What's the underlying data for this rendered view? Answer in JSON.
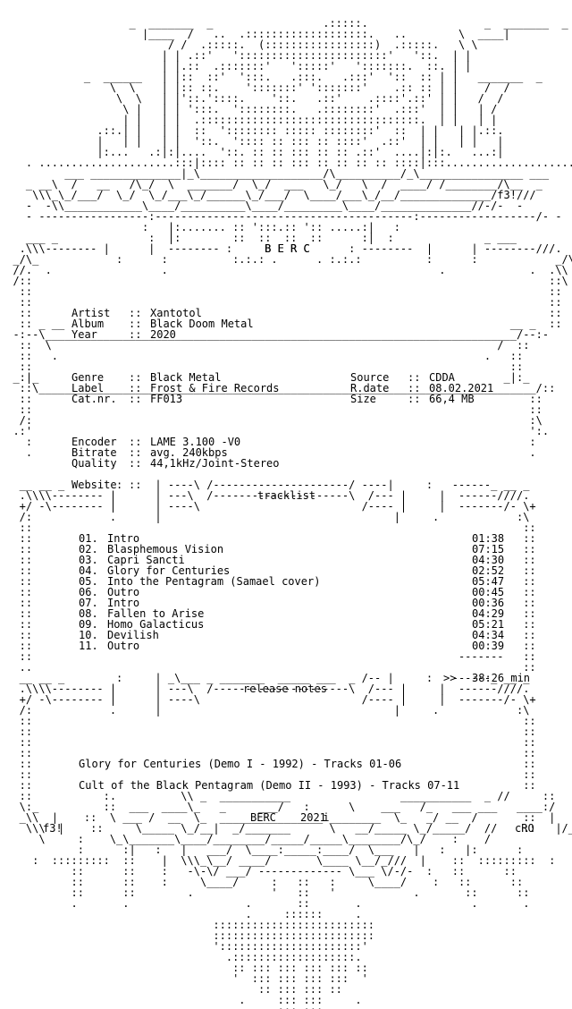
{
  "header": {
    "title": "B E R C"
  },
  "info": {
    "artist_label": "Artist",
    "artist": "Xantotol",
    "album_label": "Album",
    "album": "Black Doom Metal",
    "year_label": "Year",
    "year": "2020",
    "genre_label": "Genre",
    "genre": "Black Metal",
    "label_label": "Label",
    "label": "Frost & Fire Records",
    "catnr_label": "Cat.nr.",
    "catnr": "FF013",
    "source_label": "Source",
    "source": "CDDA",
    "rdate_label": "R.date",
    "rdate": "08.02.2021",
    "size_label": "Size",
    "size": "66,4 MB",
    "encoder_label": "Encoder",
    "encoder": "LAME 3.100 -V0",
    "bitrate_label": "Bitrate",
    "bitrate": "avg. 240kbps",
    "quality_label": "Quality",
    "quality": "44,1kHz/Joint-Stereo",
    "website_label": "Website",
    "website": ""
  },
  "tracklist": {
    "heading": "tracklist",
    "tracks": [
      {
        "num": "01.",
        "title": "Intro",
        "time": "01:38"
      },
      {
        "num": "02.",
        "title": "Blasphemous Vision",
        "time": "07:15"
      },
      {
        "num": "03.",
        "title": "Capri Sancti",
        "time": "04:30"
      },
      {
        "num": "04.",
        "title": "Glory for Centuries",
        "time": "02:52"
      },
      {
        "num": "05.",
        "title": "Into the Pentagram (Samael cover)",
        "time": "05:47"
      },
      {
        "num": "06.",
        "title": "Outro",
        "time": "00:45"
      },
      {
        "num": "07.",
        "title": "Intro",
        "time": "00:36"
      },
      {
        "num": "08.",
        "title": "Fallen to Arise",
        "time": "04:29"
      },
      {
        "num": "09.",
        "title": "Homo Galacticus",
        "time": "05:21"
      },
      {
        "num": "10.",
        "title": "Devilish",
        "time": "04:34"
      },
      {
        "num": "11.",
        "title": "Outro",
        "time": "00:39"
      }
    ],
    "total_marker": ">>",
    "total": "38:26 min"
  },
  "release_notes": {
    "heading": "release notes",
    "line1": "Glory for Centuries (Demo I - 1992) - Tracks 01-06",
    "line2": "Cult of the Black Pentagram (Demo II - 1993) - Tracks 07-11"
  },
  "footer": {
    "tag_left": "f3!",
    "credit": "BERC",
    "year": "2021",
    "tag_right": "cRO"
  },
  "art": {
    "r0": "                    _  _______  _                 .:::::.                  _  _______  _",
    "r1": "                      |____  /   ..  .:::::::::::::::::::.   ..        \\  ____|",
    "r2": "                          / /  .:::::.  (:::::::::::::::::)  .:::::.   \\ \\",
    "r3": "                         | | .::'   ':::::::::::::::::::::::'   '::.  | |",
    "r4": "                         | |.::  .:::::::'   ':::::'   ':::::::.  ::. | |",
    "r5": "             _  ______   | |::  ::'  ':::.   .:::.   .:::'  '::  :: | |   _______  _",
    "r6": "                 \\  \\    | |:: ::.    ':::::::' ':::::::'    .:: :: | |    /  /",
    "r7": "                  \\  \\   | |'::.'::::.    '::.   .::'    .::::'.::' | |   /  /",
    "r8": "                   \\ |   | | ':::.  '::::::::.   .::::::::'  .:::'  | |   | /",
    "r9": "                   | |   | |  .::::::::::::::::::::::::::::::::::.  | |   | |",
    "r10": "               .::.| |   | |  ::  ':::::::: ::::: ::::::::'  ::  | |   | |.::.",
    "r11": "               |   | |   | |  '::.  ':::: :: ::: :: ::::'  .::'  | |   | |   |",
    "r12": "               |:...   .:|:|....  '::. :: :: ::: :: :: .::'  ....|:|:.   ...:|",
    "r13": "    . .....................:::|:::: :: :: :: ::: :: :: :: :: ::::|:::....................... .",
    "r14": "          ___ ______________|_\\___________________/\\__________/_\\________________ ___",
    "r15": "    _ __\\  /   __   /\\_/  \\  _______/  \\_/  ___   \\_/   \\  /  ____/ /________/\\__  _",
    "r16": "     \\\\\\_\\_/___/  \\_/  \\_/___\\_/______\\_/___/  \\____/___\\_/__/______________/f3!///",
    "r17": "    -  -\\\\____________\\____/__________\\____/_________\\____/______________//-/-  -",
    "r18": "    - -----------------:----------------------------------------:------------------/- -",
    "r19": "                      :   |:....... :: ':::.:: ':: .....:|   :",
    "r20": "    ___ _              :  |:        ::  ::  ::  ::      :|  :              _ ___",
    "r21": "   .\\\\\\-------- |      |  -------- :     B E R C      : --------  |      | --------///.",
    "r22": "  _/\\_            :      :          :.:.: .      . :.:.:          :      :            _/\\_",
    "r23": "  //.  .                 .                                          .             .  .\\\\",
    "r24": "  /::                                                                                ::\\",
    "r25": "   ::                                                                                ::",
    "r26": "   ::                                                                                ::",
    "r27": "   ::                                                                                ::",
    "r28": "   :: _ __                                                                     __ _  ::",
    "r29": "  -:--\\_________________________________________________________________________/--:-",
    "r30": "   ::  \\                                                                     /  ::",
    "r31": "   ::   .                                                                  .   ::",
    "r32": "   ::                                                                          ::",
    "r33": "  _:|_                                                                        _|:_",
    "r34": "   ::\\_____________________________________________________________________________/::",
    "r35": "   ::                                                                             ::",
    "r36": "   ::                                                                             ::",
    "r37": "   /:                                                                             :\\",
    "r38": "  .:'                                                                             ':.",
    "r39": "    :                                                                             :",
    "r40": "    .                                                                             .",
    "r41": "   ",
    "r42": "   ",
    "r43": "   __ __ _        :     | ----\\ /---------------------/ ----|     :   ------_ __ _",
    "r44": "   .\\\\\\\\-------- |      | ---\\  /---------------------\\  /--- |     |  ------////.",
    "r45": "   +/ -\\-------- |      | ----\\                         /---- |     |  -------/- \\+",
    "r46": "   /:            .      |                                    |     .            :\\",
    "r47": "   ::                                                                            ::",
    "r48": "   ::                                                                            ::",
    "r49": "   ::                                                                            ::",
    "r50": "   ::                                                                            ::",
    "r51": "   ::                                                                            ::",
    "r52": "   ::                                                                            ::",
    "r53": "   ::                                                                            ::",
    "r54": "   ::                                                                            ::",
    "r55": "   ::                                                                            ::",
    "r56": "   ::                                                                            ::",
    "r57": "   ::                                                                            ::",
    "r58": "   ::                                                                            ::",
    "r59": "   ::                                                                  -------   ::",
    "r60": "   ..                                                                            ::",
    "r61": "   __ __ _        :     | _\\___ _ _______  _____ ___  _ /-- |     :   ------_ __ _",
    "r62": "   .\\\\\\\\-------- |      | ---\\  /---------------------\\  /--- |     |  ------////.",
    "r63": "   +/ -\\-------- |      | ----\\                         /---- |     |  -------/- \\+",
    "r64": "   /:            .      |                                    |     .            :\\",
    "r65": "   ::                                                                            ::",
    "r66": "   ::                                                                            ::",
    "r67": "   ::                                                                            ::",
    "r68": "   ::                                                                            ::",
    "r69": "   ::                                                                            ::",
    "r70": "   ::                                                                            ::",
    "r71": "   ::                                                                            ::",
    "r72": "   ::           :.          \\\\ _  ___________                 ___________  _ //     ::",
    "r73": "   \\:_          ::  ___  ____\\_   _     ___/   :      \\    ___   /_   ___ ___   ____:/",
    "r74": "   _\\\\  |    ::  \\ ___ /  __  \\_  ________________i________  \\_   _/ __  /       ::  |",
    "r75": "    \\\\\\  |    ::     \\_____ \\_/__|  _/_______      \\   __/_____ \\_/_____/  //    ::   |/___",
    "r76": "      \\     :    \\_\\_______\\____/________/_____/_____\\________/\\_/    :    /",
    "r77": "            :      :|   :   |   ___/  \\____:_____:____/  \\___   |   :   |:      :",
    "r78": "     :  :::::::::  ::    |  \\\\\\_\\__/ ____/       \\____ \\__/_///  |    ::  :::::::::  :",
    "r79": "           ::      ::    :   -\\-\\/ ___/ ------------- \\___ \\/-/-  :   ::      ::",
    "r80": "           ::      ::    :     \\____/     :   ::   :     \\____/    :   ::      ::",
    "r81": "           ::      ::        .            '   ::   '            .       ::      ::",
    "r82": "           .       .                  .       ::       .                 .       .",
    "r83": "                                      .     ::::::     .",
    "r84": "                                 :::::::::::::::::::::::::",
    "r85": "                                 :::::::::::::::::::::::::",
    "r86": "                                 '::::::::::::::::::::::'",
    "r87": "                                   .:::::::::::::::::::.",
    "r88": "                                    :: ::: ::: ::: ::: ::",
    "r89": "                                    '  ::: ::: ::: :::  '",
    "r90": "                                        :: ::: ::: ::",
    "r91": "                                     .     ::: :::     .",
    "r92": "                                        .  ::: :::  .",
    "r93": "                                            :: ::",
    "r94": "                                            '::'",
    "r95": "                                             ."
  }
}
